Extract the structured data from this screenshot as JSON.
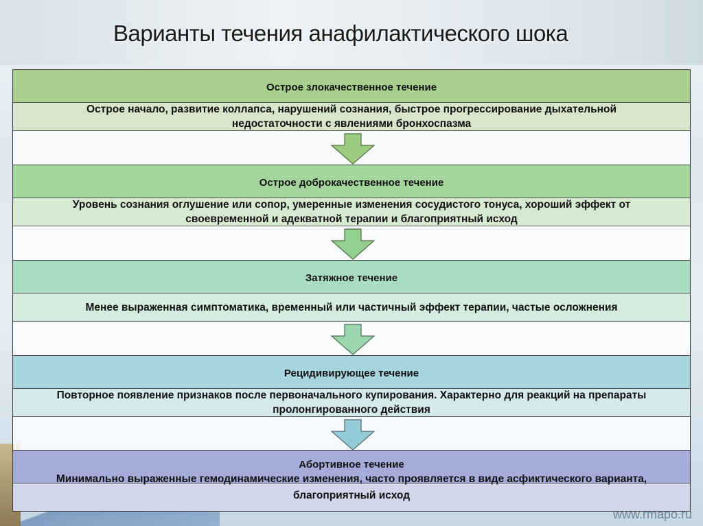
{
  "title": "Варианты течения анафилактического шока",
  "blocks": [
    {
      "heading": "Острое злокачественное течение",
      "text": "Острое начало, развитие коллапса, нарушений сознания, быстрое прогрессирование дыхательной недостаточности с явлениями бронхоспазма",
      "header_color": "#a9cf8f",
      "body_color": "#d7e6ca",
      "arrow_color": "#9ccb82"
    },
    {
      "heading": "Острое доброкачественное течение",
      "text": "Уровень сознания оглушение или сопор, умеренные изменения сосудистого тонуса, хороший эффект от своевременной и адекватной терапии и благоприятный исход",
      "header_color": "#a5d69d",
      "body_color": "#d6ead2",
      "arrow_color": "#93cf8f"
    },
    {
      "heading": "Затяжное течение",
      "text": "Менее выраженная симптоматика, временный или частичный эффект терапии, частые осложнения",
      "header_color": "#a9dcc0",
      "body_color": "#d5ece0",
      "arrow_color": "#9bd6ad"
    },
    {
      "heading": "Рецидивирующее течение",
      "text": "Повторное появление признаков после первоначального купирования. Характерно для реакций на препараты пролонгированного действия",
      "header_color": "#a7d5dd",
      "body_color": "#d5e9ed",
      "arrow_color": "#95cbd6"
    },
    {
      "heading": "Абортивное течение",
      "text": "Минимально выраженные гемодинамические изменения, часто проявляется в виде асфиктического варианта, благоприятный исход",
      "header_color": "#a5acd9",
      "body_color": "#d3d7ec"
    }
  ],
  "footer_url": "www.rmapo.ru"
}
